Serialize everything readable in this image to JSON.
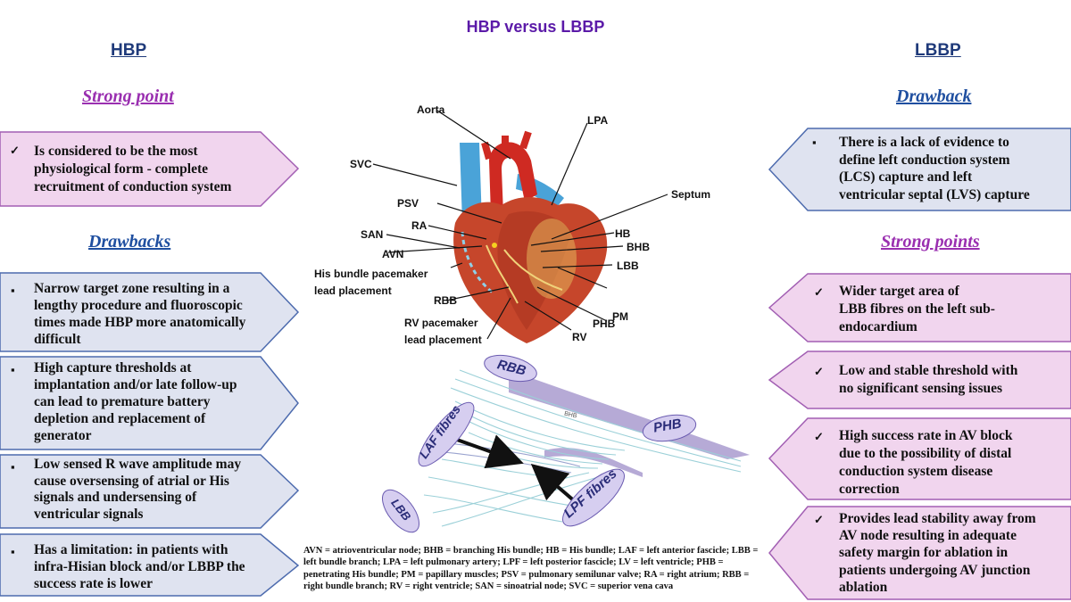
{
  "title": "HBP versus LBBP",
  "left": {
    "heading": "HBP",
    "strong_heading": "Strong point",
    "strong": [
      {
        "lines": [
          "Is considered to be the most",
          "physiological form - complete",
          "recruitment of conduction system"
        ]
      }
    ],
    "draw_heading": "Drawbacks",
    "drawbacks": [
      {
        "lines": [
          "Narrow target zone resulting in a",
          "lengthy procedure and fluoroscopic",
          "times made HBP more anatomically",
          "difficult"
        ]
      },
      {
        "lines": [
          "High capture thresholds at",
          "implantation and/or late follow-up",
          "can lead to premature battery",
          "depletion and replacement of",
          "generator"
        ]
      },
      {
        "lines": [
          "Low sensed R wave amplitude may",
          "cause oversensing of atrial or His",
          "signals and undersensing of",
          "ventricular signals"
        ]
      },
      {
        "lines": [
          "Has a limitation: in patients with",
          "infra-Hisian block and/or LBBP the",
          "success rate is lower"
        ]
      }
    ]
  },
  "right": {
    "heading": "LBBP",
    "draw_heading": "Drawback",
    "drawbacks": [
      {
        "lines": [
          "There is a lack of evidence to",
          "define left conduction system",
          "(LCS) capture and left",
          "ventricular septal (LVS) capture"
        ]
      }
    ],
    "strong_heading": "Strong points",
    "strong": [
      {
        "lines": [
          "Wider target area of",
          "LBB fibres on the left sub-",
          "endocardium"
        ]
      },
      {
        "lines": [
          "Low and stable threshold with",
          "no significant sensing issues"
        ]
      },
      {
        "lines": [
          "High success rate in AV block",
          "due to the possibility of distal",
          "conduction system disease",
          "correction"
        ]
      },
      {
        "lines": [
          "Provides lead stability away from",
          "AV node resulting in adequate",
          "safety margin for ablation in",
          "patients undergoing AV junction",
          "ablation"
        ]
      }
    ]
  },
  "bullets": {
    "check": "✓",
    "square": "▪"
  },
  "heart_labels": {
    "aorta": "Aorta",
    "lpa": "LPA",
    "svc": "SVC",
    "septum": "Septum",
    "psv": "PSV",
    "ra": "RA",
    "san": "SAN",
    "hb": "HB",
    "bhb": "BHB",
    "avn": "AVN",
    "lbb": "LBB",
    "his_lead_1": "His bundle pacemaker",
    "his_lead_2": "lead placement",
    "rbb": "RBB",
    "pm": "PM",
    "phb": "PHB",
    "rv_lead_1": "RV pacemaker",
    "rv_lead_2": "lead placement",
    "rv": "RV"
  },
  "fibre_labels": {
    "rbb": "RBB",
    "phb": "PHB",
    "laf": "LAF fibres",
    "lpf": "LPF fibres",
    "lbb": "LBB",
    "bhb_small": "BHB"
  },
  "legend": "AVN = atrioventricular node; BHB = branching His bundle; HB = His bundle; LAF = left anterior fascicle; LBB = left bundle branch; LPA = left pulmonary artery; LPF = left posterior fascicle; LV = left ventricle; PHB = penetrating His bundle; PM = papillary muscles; PSV = pulmonary semilunar valve; RA = right atrium; RBB = right bundle branch; RV = right ventricle; SAN = sinoatrial node; SVC = superior vena cava",
  "colors": {
    "title": "#5b1aa8",
    "heading": "#1f3a7a",
    "strong_text": "#9a2fb0",
    "draw_text": "#1f4fa0",
    "pink_fill": "#f1d5ee",
    "pink_stroke": "#a25fb3",
    "blue_fill": "#dfe3f0",
    "blue_stroke": "#4d6bae",
    "fibre_label_fill": "#d6cef0",
    "fibre_label_text": "#2a2c78"
  }
}
